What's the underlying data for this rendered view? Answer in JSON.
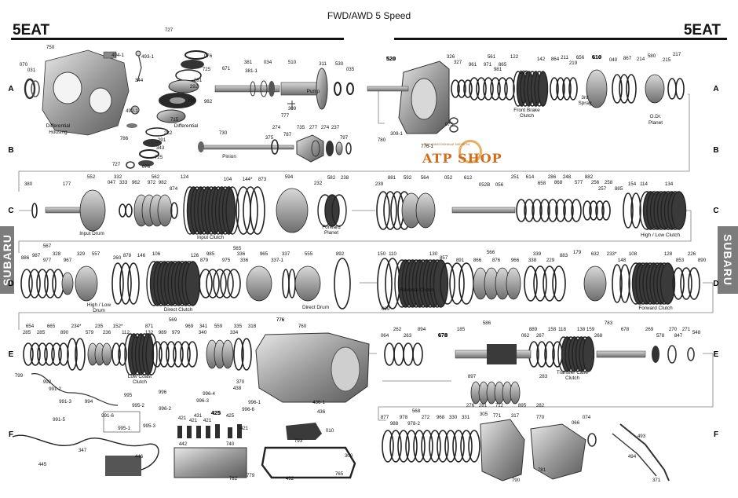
{
  "header": {
    "title": "FWD/AWD 5 Speed",
    "model_left": "5EAT",
    "model_right": "5EAT"
  },
  "side_tabs": {
    "left": "SUBARU",
    "right": "SUBARU"
  },
  "watermark": {
    "text": "ATP SHOP",
    "tagline": "Трансмиссионные запчасти"
  },
  "rows_left": [
    "A",
    "B",
    "C",
    "D",
    "E",
    "F"
  ],
  "rows_right": [
    "A",
    "B",
    "C",
    "D",
    "E",
    "F"
  ],
  "parts": [
    [
      "070",
      30,
      84
    ],
    [
      "031",
      40,
      91
    ],
    [
      "750",
      64,
      62
    ],
    [
      "494-1",
      150,
      72
    ],
    [
      "493-1",
      188,
      74
    ],
    [
      "727",
      215,
      40
    ],
    [
      "076",
      265,
      73
    ],
    [
      "725",
      263,
      90
    ],
    [
      "344",
      177,
      104
    ],
    [
      "281",
      252,
      104
    ],
    [
      "292",
      247,
      112
    ],
    [
      "720",
      244,
      130
    ],
    [
      "715",
      222,
      154
    ],
    [
      "492-1",
      168,
      143
    ],
    [
      "982",
      265,
      131
    ],
    [
      "671",
      288,
      89
    ],
    [
      "381",
      316,
      81
    ],
    [
      "381-1",
      320,
      92
    ],
    [
      "034",
      341,
      81
    ],
    [
      "510",
      372,
      81
    ],
    [
      "311",
      411,
      83
    ],
    [
      "530",
      432,
      83
    ],
    [
      "035",
      446,
      90
    ],
    [
      "309",
      372,
      140
    ],
    [
      "777",
      363,
      149
    ],
    [
      "282",
      214,
      171
    ],
    [
      "786",
      158,
      178
    ],
    [
      "291",
      206,
      180
    ],
    [
      "343",
      204,
      190
    ],
    [
      "725",
      202,
      202
    ],
    [
      "727",
      148,
      211
    ],
    [
      "076",
      186,
      214
    ],
    [
      "730",
      284,
      171
    ],
    [
      "274",
      352,
      164
    ],
    [
      "735",
      383,
      164
    ],
    [
      "277",
      399,
      164
    ],
    [
      "274",
      414,
      164
    ],
    [
      "237",
      427,
      164
    ],
    [
      "375",
      343,
      177
    ],
    [
      "787",
      366,
      173
    ],
    [
      "797",
      438,
      177
    ],
    [
      "520",
      498,
      77
    ],
    [
      "326",
      574,
      74
    ],
    [
      "327",
      583,
      81
    ],
    [
      "561",
      626,
      74
    ],
    [
      "961",
      602,
      84
    ],
    [
      "971",
      621,
      84
    ],
    [
      "865",
      640,
      84
    ],
    [
      "122",
      655,
      74
    ],
    [
      "981",
      634,
      90
    ],
    [
      "102",
      667,
      94
    ],
    [
      "142",
      689,
      77
    ],
    [
      "864",
      707,
      77
    ],
    [
      "211",
      719,
      75
    ],
    [
      "219",
      730,
      82
    ],
    [
      "656",
      739,
      75
    ],
    [
      "610",
      760,
      75
    ],
    [
      "040",
      781,
      78
    ],
    [
      "867",
      799,
      76
    ],
    [
      "214",
      816,
      77
    ],
    [
      "580",
      830,
      73
    ],
    [
      "215",
      849,
      78
    ],
    [
      "217",
      862,
      71
    ],
    [
      "075",
      572,
      160
    ],
    [
      "309-1",
      505,
      172
    ],
    [
      "776-1",
      544,
      188
    ],
    [
      "780",
      486,
      180
    ],
    [
      "380",
      36,
      236
    ],
    [
      "177",
      85,
      236
    ],
    [
      "552",
      116,
      227
    ],
    [
      "332",
      150,
      227
    ],
    [
      "562",
      198,
      227
    ],
    [
      "124",
      235,
      227
    ],
    [
      "047",
      142,
      234
    ],
    [
      "333",
      157,
      234
    ],
    [
      "962",
      173,
      234
    ],
    [
      "972",
      193,
      234
    ],
    [
      "982",
      207,
      234
    ],
    [
      "874",
      221,
      242
    ],
    [
      "104",
      290,
      230
    ],
    [
      "144*",
      315,
      230
    ],
    [
      "873",
      334,
      230
    ],
    [
      "594",
      368,
      227
    ],
    [
      "232",
      405,
      235
    ],
    [
      "582",
      422,
      228
    ],
    [
      "238",
      439,
      228
    ],
    [
      "239",
      483,
      236
    ],
    [
      "881",
      499,
      228
    ],
    [
      "592",
      519,
      228
    ],
    [
      "564",
      541,
      228
    ],
    [
      "052",
      571,
      228
    ],
    [
      "612",
      596,
      228
    ],
    [
      "052B",
      617,
      237
    ],
    [
      "056",
      636,
      237
    ],
    [
      "251",
      656,
      227
    ],
    [
      "614",
      675,
      227
    ],
    [
      "658",
      690,
      235
    ],
    [
      "286",
      703,
      227
    ],
    [
      "868",
      711,
      234
    ],
    [
      "248",
      722,
      227
    ],
    [
      "577",
      737,
      234
    ],
    [
      "882",
      750,
      227
    ],
    [
      "256",
      758,
      234
    ],
    [
      "257",
      767,
      242
    ],
    [
      "258",
      775,
      234
    ],
    [
      "885",
      788,
      242
    ],
    [
      "154",
      805,
      236
    ],
    [
      "114",
      820,
      236
    ],
    [
      "134",
      852,
      236
    ],
    [
      "886",
      32,
      330
    ],
    [
      "567",
      60,
      315
    ],
    [
      "987",
      46,
      327
    ],
    [
      "977",
      60,
      333
    ],
    [
      "328",
      72,
      325
    ],
    [
      "967",
      86,
      333
    ],
    [
      "329",
      103,
      325
    ],
    [
      "557",
      122,
      325
    ],
    [
      "260",
      149,
      330
    ],
    [
      "878",
      162,
      327
    ],
    [
      "146",
      180,
      327
    ],
    [
      "106",
      199,
      325
    ],
    [
      "126",
      248,
      327
    ],
    [
      "985",
      268,
      325
    ],
    [
      "879",
      260,
      333
    ],
    [
      "975",
      288,
      333
    ],
    [
      "336",
      307,
      325
    ],
    [
      "336",
      311,
      333
    ],
    [
      "965",
      336,
      325
    ],
    [
      "565",
      302,
      318
    ],
    [
      "337",
      364,
      325
    ],
    [
      "337-1",
      353,
      333
    ],
    [
      "555",
      393,
      325
    ],
    [
      "892",
      433,
      325
    ],
    [
      "150",
      486,
      325
    ],
    [
      "110",
      500,
      325
    ],
    [
      "130",
      552,
      325
    ],
    [
      "857",
      565,
      330
    ],
    [
      "891",
      586,
      333
    ],
    [
      "566",
      625,
      323
    ],
    [
      "866",
      608,
      333
    ],
    [
      "876",
      632,
      333
    ],
    [
      "966",
      656,
      333
    ],
    [
      "339",
      684,
      325
    ],
    [
      "338",
      678,
      333
    ],
    [
      "229",
      701,
      333
    ],
    [
      "883",
      718,
      327
    ],
    [
      "179",
      735,
      323
    ],
    [
      "632",
      758,
      325
    ],
    [
      "233*",
      779,
      325
    ],
    [
      "148",
      792,
      333
    ],
    [
      "108",
      806,
      325
    ],
    [
      "128",
      851,
      325
    ],
    [
      "853",
      866,
      333
    ],
    [
      "226",
      881,
      325
    ],
    [
      "890",
      894,
      333
    ],
    [
      "654",
      38,
      417
    ],
    [
      "285",
      34,
      425
    ],
    [
      "285",
      52,
      425
    ],
    [
      "665",
      65,
      417
    ],
    [
      "890",
      82,
      425
    ],
    [
      "234*",
      97,
      417
    ],
    [
      "579",
      114,
      425
    ],
    [
      "235",
      126,
      417
    ],
    [
      "236",
      136,
      425
    ],
    [
      "152*",
      150,
      417
    ],
    [
      "112",
      160,
      425
    ],
    [
      "569",
      220,
      409
    ],
    [
      "871",
      190,
      417
    ],
    [
      "132",
      190,
      425
    ],
    [
      "989",
      207,
      425
    ],
    [
      "979",
      224,
      425
    ],
    [
      "969",
      241,
      417
    ],
    [
      "341",
      259,
      417
    ],
    [
      "340",
      258,
      425
    ],
    [
      "559",
      278,
      417
    ],
    [
      "335",
      303,
      417
    ],
    [
      "334",
      298,
      425
    ],
    [
      "318",
      321,
      417
    ],
    [
      "776",
      357,
      409
    ],
    [
      "760",
      385,
      417
    ],
    [
      "064",
      490,
      429
    ],
    [
      "262",
      506,
      421
    ],
    [
      "263",
      519,
      429
    ],
    [
      "894",
      537,
      421
    ],
    [
      "678",
      564,
      429
    ],
    [
      "185",
      587,
      421
    ],
    [
      "586",
      620,
      413
    ],
    [
      "062",
      669,
      429
    ],
    [
      "889",
      679,
      421
    ],
    [
      "267",
      688,
      429
    ],
    [
      "158",
      703,
      421
    ],
    [
      "118",
      716,
      421
    ],
    [
      "138",
      740,
      421
    ],
    [
      "159",
      752,
      421
    ],
    [
      "268",
      762,
      429
    ],
    [
      "678",
      796,
      421
    ],
    [
      "269",
      827,
      421
    ],
    [
      "578",
      841,
      429
    ],
    [
      "270",
      857,
      421
    ],
    [
      "847",
      864,
      429
    ],
    [
      "271",
      874,
      421
    ],
    [
      "548",
      887,
      425
    ],
    [
      "799",
      24,
      480
    ],
    [
      "992",
      60,
      488
    ],
    [
      "991-2",
      70,
      497
    ],
    [
      "991-3",
      83,
      513
    ],
    [
      "991-5",
      75,
      536
    ],
    [
      "994",
      113,
      513
    ],
    [
      "995",
      163,
      505
    ],
    [
      "995-2",
      176,
      518
    ],
    [
      "991-6",
      137,
      531
    ],
    [
      "995-1",
      158,
      547
    ],
    [
      "995-3",
      190,
      544
    ],
    [
      "996",
      207,
      501
    ],
    [
      "996-4",
      266,
      503
    ],
    [
      "996-3",
      258,
      512
    ],
    [
      "370",
      306,
      488
    ],
    [
      "438",
      302,
      496
    ],
    [
      "996-2",
      210,
      522
    ],
    [
      "996-1",
      324,
      514
    ],
    [
      "996-6",
      316,
      523
    ],
    [
      "425",
      275,
      528
    ],
    [
      "425",
      293,
      531
    ],
    [
      "431",
      252,
      531
    ],
    [
      "421",
      232,
      534
    ],
    [
      "421",
      246,
      537
    ],
    [
      "421",
      264,
      537
    ],
    [
      "421",
      311,
      547
    ],
    [
      "436-1",
      406,
      514
    ],
    [
      "436",
      409,
      526
    ],
    [
      "010",
      420,
      550
    ],
    [
      "442",
      233,
      567
    ],
    [
      "740",
      293,
      567
    ],
    [
      "445",
      54,
      593
    ],
    [
      "347",
      105,
      575
    ],
    [
      "446",
      177,
      583
    ],
    [
      "793",
      380,
      563
    ],
    [
      "300",
      444,
      582
    ],
    [
      "782",
      297,
      611
    ],
    [
      "779",
      319,
      607
    ],
    [
      "492",
      369,
      611
    ],
    [
      "765",
      432,
      605
    ],
    [
      "897",
      601,
      481
    ],
    [
      "276",
      599,
      518
    ],
    [
      "281",
      615,
      518
    ],
    [
      "712",
      636,
      518
    ],
    [
      "895",
      665,
      518
    ],
    [
      "282",
      688,
      518
    ],
    [
      "283",
      692,
      481
    ],
    [
      "877",
      490,
      533
    ],
    [
      "988",
      502,
      541
    ],
    [
      "568",
      530,
      525
    ],
    [
      "978",
      514,
      533
    ],
    [
      "978-2",
      527,
      541
    ],
    [
      "272",
      542,
      533
    ],
    [
      "968",
      561,
      533
    ],
    [
      "330",
      577,
      533
    ],
    [
      "331",
      593,
      533
    ],
    [
      "305",
      616,
      529
    ],
    [
      "771",
      633,
      531
    ],
    [
      "317",
      656,
      531
    ],
    [
      "770",
      688,
      533
    ],
    [
      "066",
      733,
      540
    ],
    [
      "074",
      747,
      533
    ],
    [
      "493",
      817,
      557
    ],
    [
      "494",
      805,
      583
    ],
    [
      "371",
      836,
      613
    ],
    [
      "781",
      690,
      600
    ],
    [
      "790",
      657,
      613
    ],
    [
      "639",
      491,
      395
    ],
    [
      "783",
      775,
      413
    ],
    [
      "776",
      357,
      409
    ]
  ],
  "bold_parts": [
    [
      "520",
      498,
      77
    ],
    [
      "610",
      760,
      75
    ],
    [
      "678",
      564,
      429
    ],
    [
      "425",
      275,
      528
    ]
  ],
  "captions": [
    [
      "Differential",
      74,
      162
    ],
    [
      "Housing",
      74,
      170
    ],
    [
      "Differential",
      237,
      162
    ],
    [
      "Pump",
      399,
      118
    ],
    [
      "Pinion",
      292,
      201
    ],
    [
      "Front Brake",
      671,
      142
    ],
    [
      "Clutch",
      671,
      149
    ],
    [
      "3rd",
      745,
      126
    ],
    [
      "Sprag",
      745,
      133
    ],
    [
      "O.Dr.",
      835,
      150
    ],
    [
      "Planet",
      835,
      158
    ],
    [
      "Input Drum",
      117,
      299
    ],
    [
      "Input Clutch",
      268,
      304
    ],
    [
      "Forward",
      422,
      291
    ],
    [
      "Planet",
      422,
      298
    ],
    [
      "High / Low Clutch",
      841,
      301
    ],
    [
      "High / Low",
      126,
      390
    ],
    [
      "Drum",
      126,
      397
    ],
    [
      "Direct Clutch",
      227,
      396
    ],
    [
      "Direct Drum",
      402,
      393
    ],
    [
      "Reverse Clutch",
      531,
      371
    ],
    [
      "Forward Clutch",
      835,
      394
    ],
    [
      "Low Coast",
      178,
      481
    ],
    [
      "Clutch",
      178,
      488
    ],
    [
      "Transfer Case",
      729,
      476
    ],
    [
      "Clutch",
      729,
      483
    ]
  ]
}
